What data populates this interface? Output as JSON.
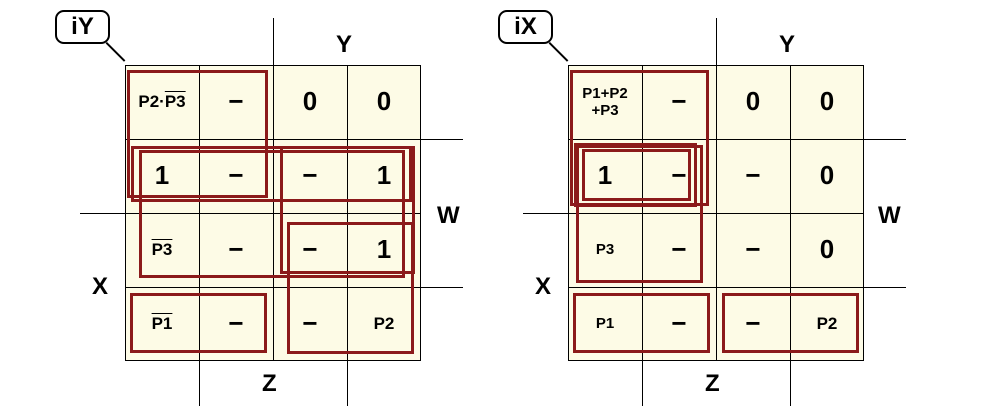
{
  "maps": [
    {
      "tag": "iY",
      "axis_y": "Y",
      "axis_w": "W",
      "axis_x": "X",
      "axis_z": "Z",
      "cells": [
        [
          "P2·P3",
          "−",
          "0",
          "0"
        ],
        [
          "1",
          "−",
          "−",
          "1"
        ],
        [
          "P3",
          "−",
          "−",
          "1"
        ],
        [
          "P1",
          "−",
          "−",
          "P2"
        ]
      ],
      "cell_parts": {
        "r0c0_a": "P2·",
        "r0c0_b": "P3",
        "r2c0": "P3",
        "r3c0": "P1"
      }
    },
    {
      "tag": "iX",
      "axis_y": "Y",
      "axis_w": "W",
      "axis_x": "X",
      "axis_z": "Z",
      "cells": [
        [
          "P1+P2 +P3",
          "−",
          "0",
          "0"
        ],
        [
          "1",
          "−",
          "−",
          "0"
        ],
        [
          "P3",
          "−",
          "−",
          "0"
        ],
        [
          "P1",
          "−",
          "−",
          "P2"
        ]
      ],
      "cell_parts": {
        "r0c0_a": "P1+P2",
        "r0c0_b": "+P3"
      }
    }
  ],
  "colors": {
    "cell_bg": "#fdfbe6",
    "loop": "#8b1a1a"
  }
}
